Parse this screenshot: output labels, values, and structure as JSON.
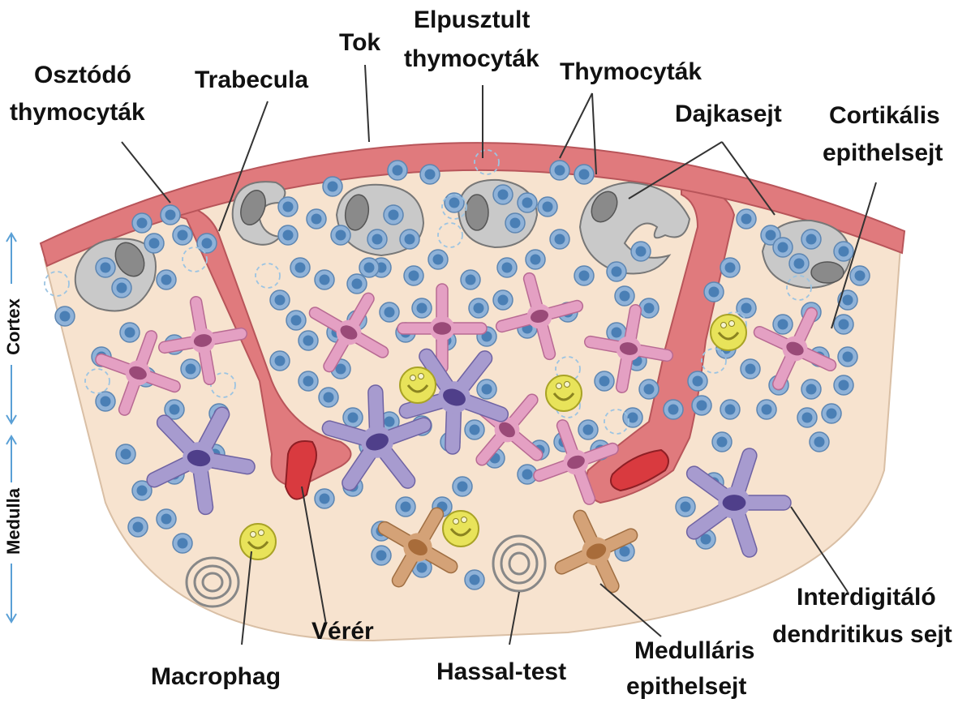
{
  "labels": {
    "tok": "Tok",
    "elpusztult_1": "Elpusztult",
    "elpusztult_2": "thymocyták",
    "osztodo_1": "Osztódó",
    "osztodo_2": "thymocyták",
    "trabecula": "Trabecula",
    "thymocytak": "Thymocyták",
    "dajkasejt": "Dajkasejt",
    "cortikalis_1": "Cortikális",
    "cortikalis_2": "epithelsejt",
    "interdig_1": "Interdigitáló",
    "interdig_2": "dendritikus sejt",
    "medullaris_1": "Medulláris",
    "medullaris_2": "epithelsejt",
    "hassal": "Hassal-test",
    "verer": "Vérér",
    "macrophag": "Macrophag"
  },
  "regions": {
    "cortex": "Cortex",
    "medulla": "Medulla"
  },
  "colors": {
    "capsule": "#e07a7d",
    "capsule_edge": "#b8555a",
    "tissue": "#f7e3cf",
    "thymocyte": "#8fb2d8",
    "thymocyte_nucleus": "#4a7fb5",
    "nurse": "#c9c9c9",
    "cortical_epithelial": "#e4a0c3",
    "dendritic": "#a79bcf",
    "medullary_epithelial": "#d4a277",
    "macrophage": "#e8e35a",
    "vessel": "#d93a3f",
    "axis": "#5aa0d6"
  }
}
